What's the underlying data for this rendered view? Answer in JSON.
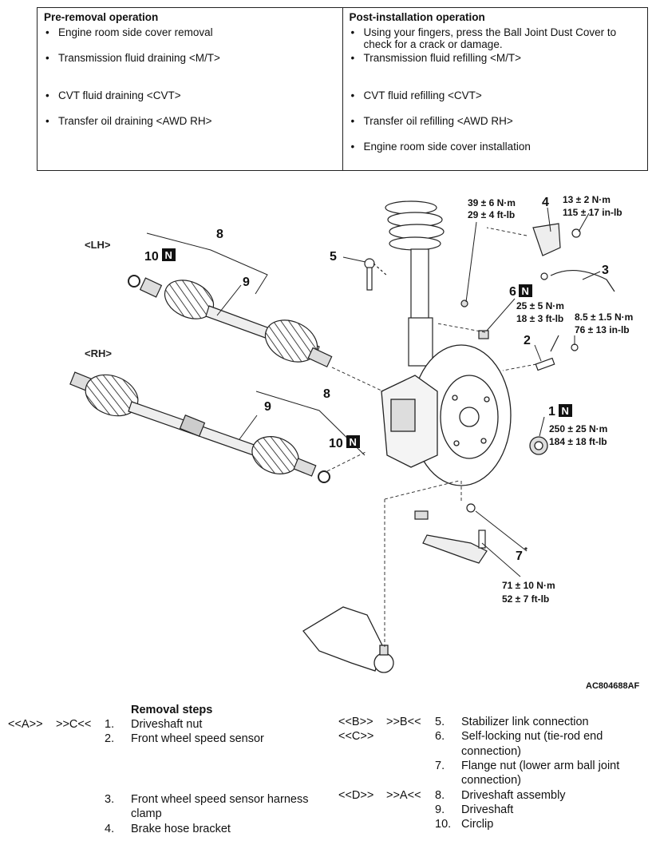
{
  "operations": {
    "pre_removal": {
      "title": "Pre-removal operation",
      "items": [
        "Engine room side cover removal",
        "Transmission fluid draining  <M/T>",
        "CVT fluid draining <CVT>",
        "Transfer oil draining <AWD RH>"
      ]
    },
    "post_installation": {
      "title": "Post-installation operation",
      "items": [
        "Using your fingers, press the Ball Joint Dust Cover to check for a crack or damage.",
        "Transmission fluid refilling <M/T>",
        "CVT fluid refilling <CVT>",
        "Transfer oil refilling <AWD RH>",
        "Engine room side cover installation"
      ]
    }
  },
  "diagram": {
    "side_labels": {
      "lh": "<LH>",
      "rh": "<RH>"
    },
    "callouts": {
      "c1": "1",
      "c2": "2",
      "c3": "3",
      "c4": "4",
      "c5": "5",
      "c6": "6",
      "c7": "7",
      "c7_mark": "*",
      "c8a": "8",
      "c8b": "8",
      "c9a": "9",
      "c9b": "9",
      "c10a": "10",
      "c10b": "10"
    },
    "new_part_mark": "N",
    "torques": {
      "t_strut": [
        "39 ± 6 N·m",
        "29 ± 4 ft-lb"
      ],
      "t_bracket": [
        "13 ± 2 N·m",
        "115 ± 17 in-lb"
      ],
      "t_tierod": [
        "25 ± 5 N·m",
        "18 ± 3 ft-lb"
      ],
      "t_sensor": [
        "8.5 ± 1.5 N·m",
        "76 ± 13 in-lb"
      ],
      "t_hubnut": [
        "250 ± 25 N·m",
        "184 ± 18 ft-lb"
      ],
      "t_balljoint": [
        "71 ± 10 N·m",
        "52 ± 7 ft-lb"
      ]
    },
    "figure_code": "AC804688AF"
  },
  "removal": {
    "heading": "Removal steps",
    "markers": {
      "s1_a": "<<A>>",
      "s1_b": ">>C<<",
      "s5_a": "<<B>>",
      "s5_b": ">>B<<",
      "s6_a": "<<C>>",
      "s8_a": "<<D>>",
      "s8_b": ">>A<<"
    },
    "steps": [
      {
        "num": "1.",
        "text": "Driveshaft nut"
      },
      {
        "num": "2.",
        "text": "Front wheel speed sensor"
      },
      {
        "num": "3.",
        "text": "Front wheel speed sensor harness",
        "cont": "clamp"
      },
      {
        "num": "4.",
        "text": "Brake hose bracket"
      },
      {
        "num": "5.",
        "text": "Stabilizer link connection"
      },
      {
        "num": "6.",
        "text": "Self-locking nut (tie-rod end",
        "cont": "connection)"
      },
      {
        "num": "7.",
        "text": "Flange nut (lower arm ball joint",
        "cont": "connection)"
      },
      {
        "num": "8.",
        "text": "Driveshaft assembly"
      },
      {
        "num": "9.",
        "text": "Driveshaft"
      },
      {
        "num": "10.",
        "text": "Circlip"
      }
    ]
  }
}
